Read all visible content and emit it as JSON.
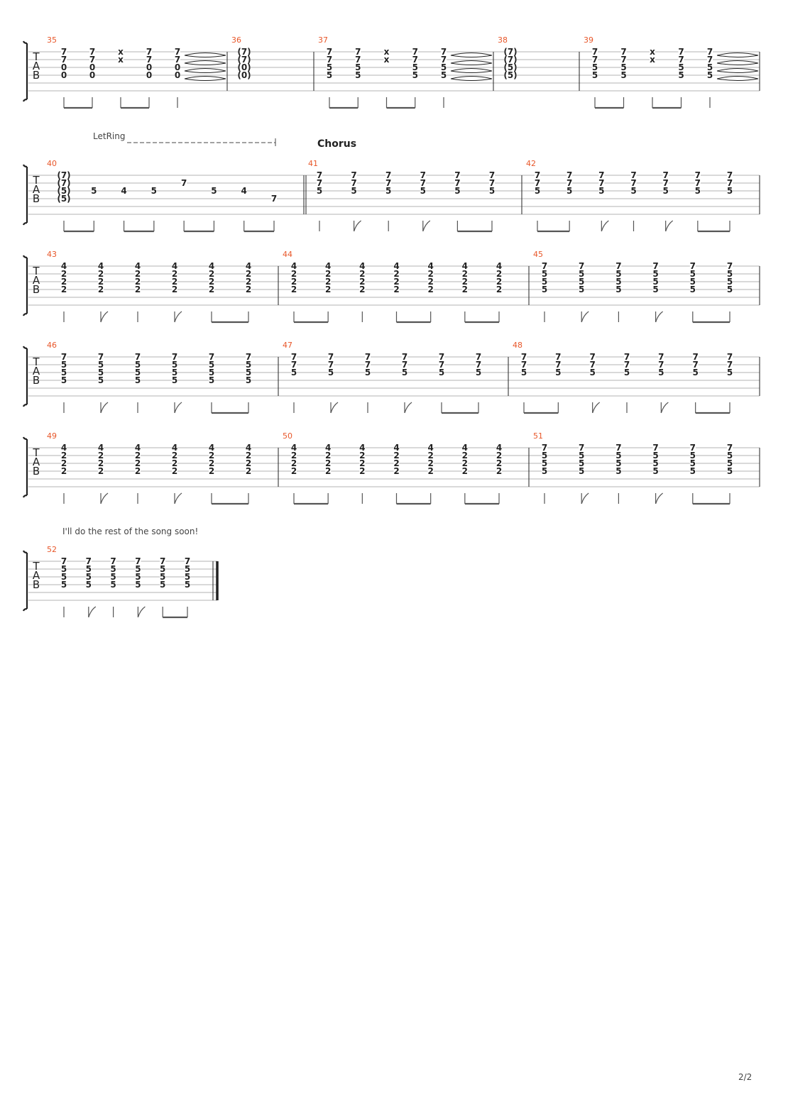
{
  "page": {
    "number_label": "2/2"
  },
  "tab_clef": [
    "T",
    "A",
    "B"
  ],
  "texts": {
    "let_ring": "LetRing",
    "chorus": "Chorus",
    "note": "I'll do the rest of the song soon!"
  },
  "systems": [
    {
      "measures": [
        {
          "number": "35",
          "beats": [
            {
              "f": [
                "7",
                "7",
                "0",
                "0"
              ],
              "h": "b"
            },
            {
              "f": [
                "7",
                "7",
                "0",
                "0"
              ],
              "h": "b"
            },
            {
              "f": [
                "x",
                "x",
                "",
                ""
              ],
              "h": "b"
            },
            {
              "f": [
                "7",
                "7",
                "0",
                "0"
              ],
              "h": "b"
            },
            {
              "f": [
                "7",
                "7",
                "0",
                "0"
              ],
              "h": "s",
              "tie": true
            }
          ]
        },
        {
          "number": "36",
          "beats": [
            {
              "f": [
                "(7)",
                "(7)",
                "(0)",
                "(0)"
              ],
              "h": ""
            }
          ]
        },
        {
          "number": "37",
          "beats": [
            {
              "f": [
                "7",
                "7",
                "5",
                "5"
              ],
              "h": "b"
            },
            {
              "f": [
                "7",
                "7",
                "5",
                "5"
              ],
              "h": "b"
            },
            {
              "f": [
                "x",
                "x",
                "",
                ""
              ],
              "h": "b"
            },
            {
              "f": [
                "7",
                "7",
                "5",
                "5"
              ],
              "h": "b"
            },
            {
              "f": [
                "7",
                "7",
                "5",
                "5"
              ],
              "h": "s",
              "tie": true
            }
          ]
        },
        {
          "number": "38",
          "beats": [
            {
              "f": [
                "(7)",
                "(7)",
                "(5)",
                "(5)"
              ],
              "h": ""
            }
          ]
        },
        {
          "number": "39",
          "beats": [
            {
              "f": [
                "7",
                "7",
                "5",
                "5"
              ],
              "h": "b"
            },
            {
              "f": [
                "7",
                "7",
                "5",
                "5"
              ],
              "h": "b"
            },
            {
              "f": [
                "x",
                "x",
                "",
                ""
              ],
              "h": "b"
            },
            {
              "f": [
                "7",
                "7",
                "5",
                "5"
              ],
              "h": "b"
            },
            {
              "f": [
                "7",
                "7",
                "5",
                "5"
              ],
              "h": "s",
              "tie": true
            }
          ]
        }
      ]
    },
    {
      "measures": [
        {
          "number": "40",
          "beats": [
            {
              "f": [
                "(7)",
                "(7)",
                "(5)",
                "(5)"
              ],
              "h": "b"
            },
            {
              "f": [
                "",
                "",
                "5",
                ""
              ],
              "h": "b"
            },
            {
              "f": [
                "",
                "",
                "4",
                ""
              ],
              "h": "b"
            },
            {
              "f": [
                "",
                "",
                "5",
                ""
              ],
              "h": "b"
            },
            {
              "f": [
                "",
                "7",
                "",
                ""
              ],
              "h": "b"
            },
            {
              "f": [
                "",
                "",
                "5",
                ""
              ],
              "h": "b"
            },
            {
              "f": [
                "",
                "",
                "4",
                ""
              ],
              "h": "b"
            },
            {
              "f": [
                "",
                "",
                "",
                "7"
              ],
              "h": "b"
            }
          ]
        },
        {
          "number": "41",
          "beats": [
            {
              "f": [
                "7",
                "7",
                "5",
                ""
              ],
              "h": "s"
            },
            {
              "f": [
                "7",
                "7",
                "5",
                ""
              ],
              "h": "f"
            },
            {
              "f": [
                "7",
                "7",
                "5",
                ""
              ],
              "h": "s"
            },
            {
              "f": [
                "7",
                "7",
                "5",
                ""
              ],
              "h": "f"
            },
            {
              "f": [
                "7",
                "7",
                "5",
                ""
              ],
              "h": "b"
            },
            {
              "f": [
                "7",
                "7",
                "5",
                ""
              ],
              "h": "b"
            }
          ]
        },
        {
          "number": "42",
          "beats": [
            {
              "f": [
                "7",
                "7",
                "5",
                ""
              ],
              "h": "b"
            },
            {
              "f": [
                "7",
                "7",
                "5",
                ""
              ],
              "h": "b"
            },
            {
              "f": [
                "7",
                "7",
                "5",
                ""
              ],
              "h": "f"
            },
            {
              "f": [
                "7",
                "7",
                "5",
                ""
              ],
              "h": "s"
            },
            {
              "f": [
                "7",
                "7",
                "5",
                ""
              ],
              "h": "f"
            },
            {
              "f": [
                "7",
                "7",
                "5",
                ""
              ],
              "h": "b"
            },
            {
              "f": [
                "7",
                "7",
                "5",
                ""
              ],
              "h": "b"
            }
          ]
        }
      ]
    },
    {
      "measures": [
        {
          "number": "43",
          "beats": [
            {
              "f": [
                "4",
                "2",
                "2",
                "2"
              ],
              "h": "s"
            },
            {
              "f": [
                "4",
                "2",
                "2",
                "2"
              ],
              "h": "f"
            },
            {
              "f": [
                "4",
                "2",
                "2",
                "2"
              ],
              "h": "s"
            },
            {
              "f": [
                "4",
                "2",
                "2",
                "2"
              ],
              "h": "f"
            },
            {
              "f": [
                "4",
                "2",
                "2",
                "2"
              ],
              "h": "b"
            },
            {
              "f": [
                "4",
                "2",
                "2",
                "2"
              ],
              "h": "b"
            }
          ]
        },
        {
          "number": "44",
          "beats": [
            {
              "f": [
                "4",
                "2",
                "2",
                "2"
              ],
              "h": "b"
            },
            {
              "f": [
                "4",
                "2",
                "2",
                "2"
              ],
              "h": "b"
            },
            {
              "f": [
                "4",
                "2",
                "2",
                "2"
              ],
              "h": "s"
            },
            {
              "f": [
                "4",
                "2",
                "2",
                "2"
              ],
              "h": "b"
            },
            {
              "f": [
                "4",
                "2",
                "2",
                "2"
              ],
              "h": "b"
            },
            {
              "f": [
                "4",
                "2",
                "2",
                "2"
              ],
              "h": "b"
            },
            {
              "f": [
                "4",
                "2",
                "2",
                "2"
              ],
              "h": "b"
            }
          ]
        },
        {
          "number": "45",
          "beats": [
            {
              "f": [
                "7",
                "5",
                "5",
                "5"
              ],
              "h": "s"
            },
            {
              "f": [
                "7",
                "5",
                "5",
                "5"
              ],
              "h": "f"
            },
            {
              "f": [
                "7",
                "5",
                "5",
                "5"
              ],
              "h": "s"
            },
            {
              "f": [
                "7",
                "5",
                "5",
                "5"
              ],
              "h": "f"
            },
            {
              "f": [
                "7",
                "5",
                "5",
                "5"
              ],
              "h": "b"
            },
            {
              "f": [
                "7",
                "5",
                "5",
                "5"
              ],
              "h": "b"
            }
          ]
        }
      ]
    },
    {
      "measures": [
        {
          "number": "46",
          "beats": [
            {
              "f": [
                "7",
                "5",
                "5",
                "5"
              ],
              "h": "s"
            },
            {
              "f": [
                "7",
                "5",
                "5",
                "5"
              ],
              "h": "f"
            },
            {
              "f": [
                "7",
                "5",
                "5",
                "5"
              ],
              "h": "s"
            },
            {
              "f": [
                "7",
                "5",
                "5",
                "5"
              ],
              "h": "f"
            },
            {
              "f": [
                "7",
                "5",
                "5",
                "5"
              ],
              "h": "b"
            },
            {
              "f": [
                "7",
                "5",
                "5",
                "5"
              ],
              "h": "b"
            }
          ]
        },
        {
          "number": "47",
          "beats": [
            {
              "f": [
                "7",
                "7",
                "5",
                ""
              ],
              "h": "s"
            },
            {
              "f": [
                "7",
                "7",
                "5",
                ""
              ],
              "h": "f"
            },
            {
              "f": [
                "7",
                "7",
                "5",
                ""
              ],
              "h": "s"
            },
            {
              "f": [
                "7",
                "7",
                "5",
                ""
              ],
              "h": "f"
            },
            {
              "f": [
                "7",
                "7",
                "5",
                ""
              ],
              "h": "b"
            },
            {
              "f": [
                "7",
                "7",
                "5",
                ""
              ],
              "h": "b"
            }
          ]
        },
        {
          "number": "48",
          "beats": [
            {
              "f": [
                "7",
                "7",
                "5",
                ""
              ],
              "h": "b"
            },
            {
              "f": [
                "7",
                "7",
                "5",
                ""
              ],
              "h": "b"
            },
            {
              "f": [
                "7",
                "7",
                "5",
                ""
              ],
              "h": "f"
            },
            {
              "f": [
                "7",
                "7",
                "5",
                ""
              ],
              "h": "s"
            },
            {
              "f": [
                "7",
                "7",
                "5",
                ""
              ],
              "h": "f"
            },
            {
              "f": [
                "7",
                "7",
                "5",
                ""
              ],
              "h": "b"
            },
            {
              "f": [
                "7",
                "7",
                "5",
                ""
              ],
              "h": "b"
            }
          ]
        }
      ]
    },
    {
      "measures": [
        {
          "number": "49",
          "beats": [
            {
              "f": [
                "4",
                "2",
                "2",
                "2"
              ],
              "h": "s"
            },
            {
              "f": [
                "4",
                "2",
                "2",
                "2"
              ],
              "h": "f"
            },
            {
              "f": [
                "4",
                "2",
                "2",
                "2"
              ],
              "h": "s"
            },
            {
              "f": [
                "4",
                "2",
                "2",
                "2"
              ],
              "h": "f"
            },
            {
              "f": [
                "4",
                "2",
                "2",
                "2"
              ],
              "h": "b"
            },
            {
              "f": [
                "4",
                "2",
                "2",
                "2"
              ],
              "h": "b"
            }
          ]
        },
        {
          "number": "50",
          "beats": [
            {
              "f": [
                "4",
                "2",
                "2",
                "2"
              ],
              "h": "b"
            },
            {
              "f": [
                "4",
                "2",
                "2",
                "2"
              ],
              "h": "b"
            },
            {
              "f": [
                "4",
                "2",
                "2",
                "2"
              ],
              "h": "s"
            },
            {
              "f": [
                "4",
                "2",
                "2",
                "2"
              ],
              "h": "b"
            },
            {
              "f": [
                "4",
                "2",
                "2",
                "2"
              ],
              "h": "b"
            },
            {
              "f": [
                "4",
                "2",
                "2",
                "2"
              ],
              "h": "b"
            },
            {
              "f": [
                "4",
                "2",
                "2",
                "2"
              ],
              "h": "b"
            }
          ]
        },
        {
          "number": "51",
          "beats": [
            {
              "f": [
                "7",
                "5",
                "5",
                "5"
              ],
              "h": "s"
            },
            {
              "f": [
                "7",
                "5",
                "5",
                "5"
              ],
              "h": "f"
            },
            {
              "f": [
                "7",
                "5",
                "5",
                "5"
              ],
              "h": "s"
            },
            {
              "f": [
                "7",
                "5",
                "5",
                "5"
              ],
              "h": "f"
            },
            {
              "f": [
                "7",
                "5",
                "5",
                "5"
              ],
              "h": "b"
            },
            {
              "f": [
                "7",
                "5",
                "5",
                "5"
              ],
              "h": "b"
            }
          ]
        }
      ]
    },
    {
      "measures": [
        {
          "number": "52",
          "beats": [
            {
              "f": [
                "7",
                "5",
                "5",
                "5"
              ],
              "h": "s"
            },
            {
              "f": [
                "7",
                "5",
                "5",
                "5"
              ],
              "h": "f"
            },
            {
              "f": [
                "7",
                "5",
                "5",
                "5"
              ],
              "h": "s"
            },
            {
              "f": [
                "7",
                "5",
                "5",
                "5"
              ],
              "h": "f"
            },
            {
              "f": [
                "7",
                "5",
                "5",
                "5"
              ],
              "h": "b"
            },
            {
              "f": [
                "7",
                "5",
                "5",
                "5"
              ],
              "h": "b"
            }
          ]
        }
      ]
    }
  ],
  "colors": {
    "measure_number": "#e8572a",
    "ink": "#222222",
    "staff": "#9a9a9a"
  }
}
